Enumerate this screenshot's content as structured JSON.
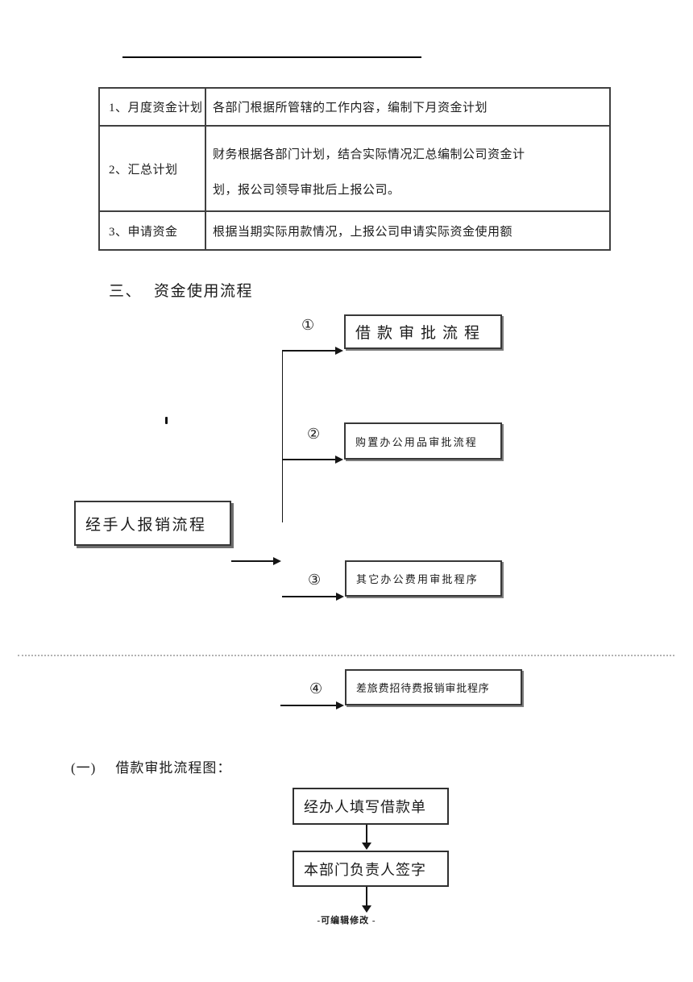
{
  "plan_table": {
    "rows": [
      {
        "label": "1、月度资金计划",
        "lines": [
          "各部门根据所管辖的工作内容，编制下月资金计划"
        ]
      },
      {
        "label": "2、汇总计划",
        "lines": [
          "财务根据各部门计划，结合实际情况汇总编制公司资金计",
          "划，报公司领导审批后上报公司。"
        ]
      },
      {
        "label": "3、申请资金",
        "lines": [
          "根据当期实际用款情况，上报公司申请实际资金使用额"
        ]
      }
    ]
  },
  "section": {
    "number": "三、",
    "title": "资金使用流程"
  },
  "usage_flow": {
    "source_label": "经手人报销流程",
    "branches": [
      {
        "num": "①",
        "label": "借款审批流程"
      },
      {
        "num": "②",
        "label": "购置办公用品审批流程"
      },
      {
        "num": "③",
        "label": "其它办公费用审批程序"
      },
      {
        "num": "④",
        "label": "差旅费招待费报销审批程序"
      }
    ]
  },
  "subsection": {
    "number": "(一)",
    "title": "借款审批流程图："
  },
  "loan_flow": {
    "steps": [
      "经办人填写借款单",
      "本部门负责人签字"
    ]
  },
  "footer": {
    "text": "-可编辑修改 -"
  }
}
